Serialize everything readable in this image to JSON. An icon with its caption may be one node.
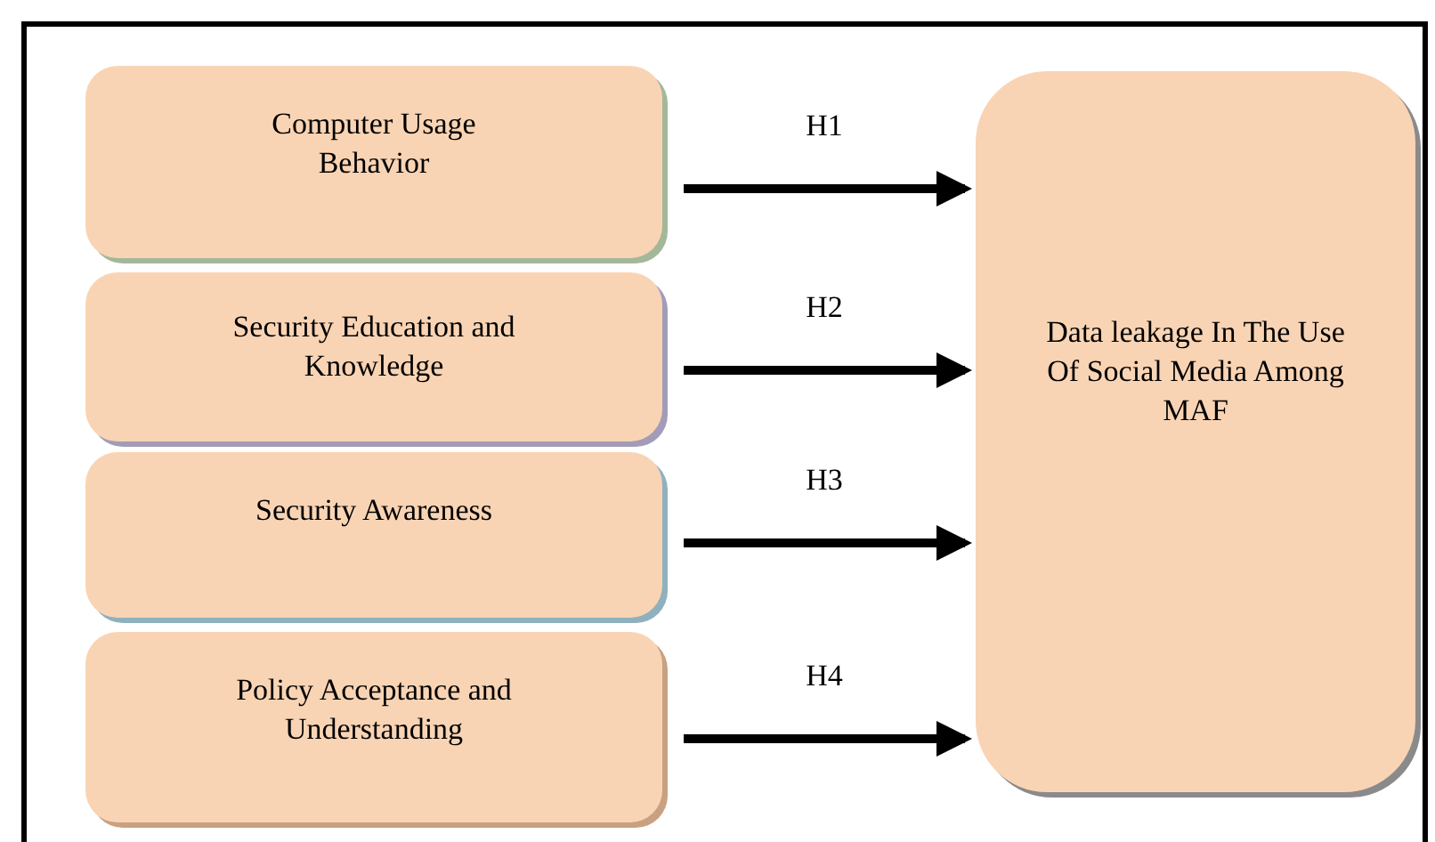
{
  "diagram": {
    "nodes": [
      {
        "text": [
          "Computer Usage Behavior"
        ]
      },
      {
        "text": [
          "Security Education and Knowledge"
        ]
      },
      {
        "text": [
          "Security Awareness"
        ]
      },
      {
        "text": [
          "Policy Acceptance and Understanding"
        ]
      },
      {
        "text": [
          "Data leakage In The Use Of Social Media Among MAF"
        ]
      }
    ],
    "edges": [
      {
        "from": 0,
        "to": 4,
        "arrow": "to",
        "label": "H1"
      },
      {
        "from": 1,
        "to": 4,
        "arrow": "to",
        "label": "H2"
      },
      {
        "from": 2,
        "to": 4,
        "arrow": "to",
        "label": "H3"
      },
      {
        "from": 3,
        "to": 4,
        "arrow": "to",
        "label": "H4"
      }
    ]
  }
}
